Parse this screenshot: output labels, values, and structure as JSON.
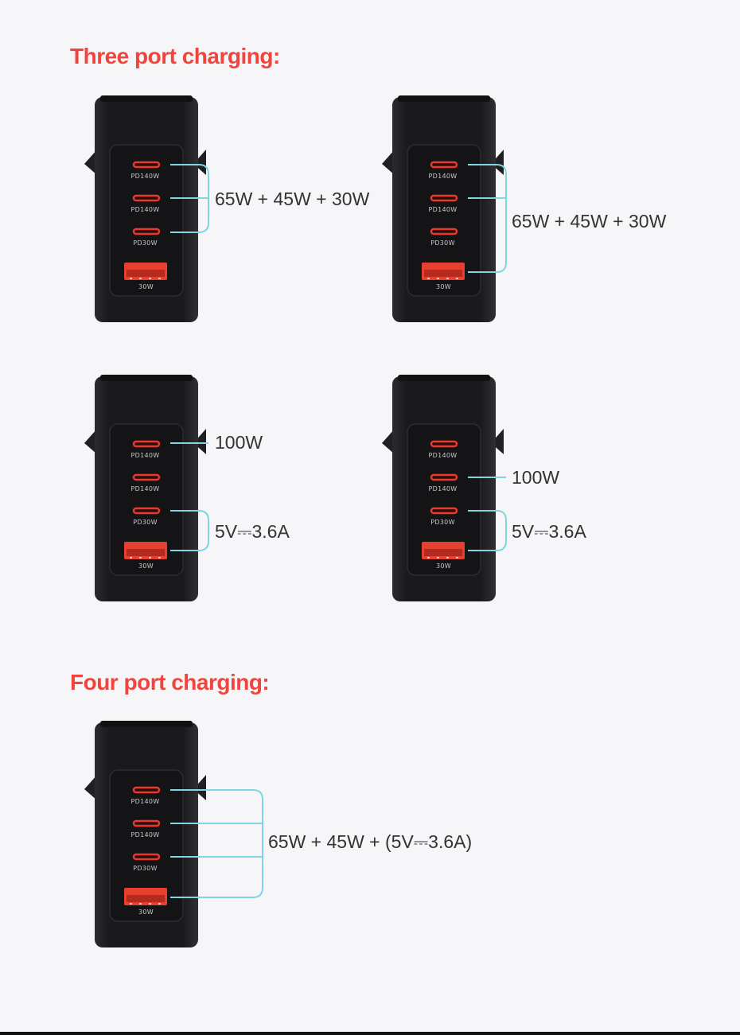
{
  "sections": {
    "three_port": {
      "title": "Three port charging:"
    },
    "four_port": {
      "title": "Four port charging:"
    }
  },
  "port_labels": {
    "c1": "PD140W",
    "c2": "PD140W",
    "c3": "PD30W",
    "a": "30W"
  },
  "diagrams": [
    {
      "callouts": [
        "65W + 45W + 30W"
      ]
    },
    {
      "callouts": [
        "65W + 45W + 30W"
      ]
    },
    {
      "callouts": [
        "100W",
        "5V⎓3.6A"
      ]
    },
    {
      "callouts": [
        "100W",
        "5V⎓3.6A"
      ]
    },
    {
      "callouts": [
        "65W + 45W + (5V⎓3.6A)"
      ]
    }
  ],
  "colors": {
    "heading": "#f0453f",
    "connector": "#7fd6e0",
    "charger_body": "#1b1b1d",
    "port_usb_c": "#e83a2c",
    "port_usb_a": "#e8402e"
  }
}
